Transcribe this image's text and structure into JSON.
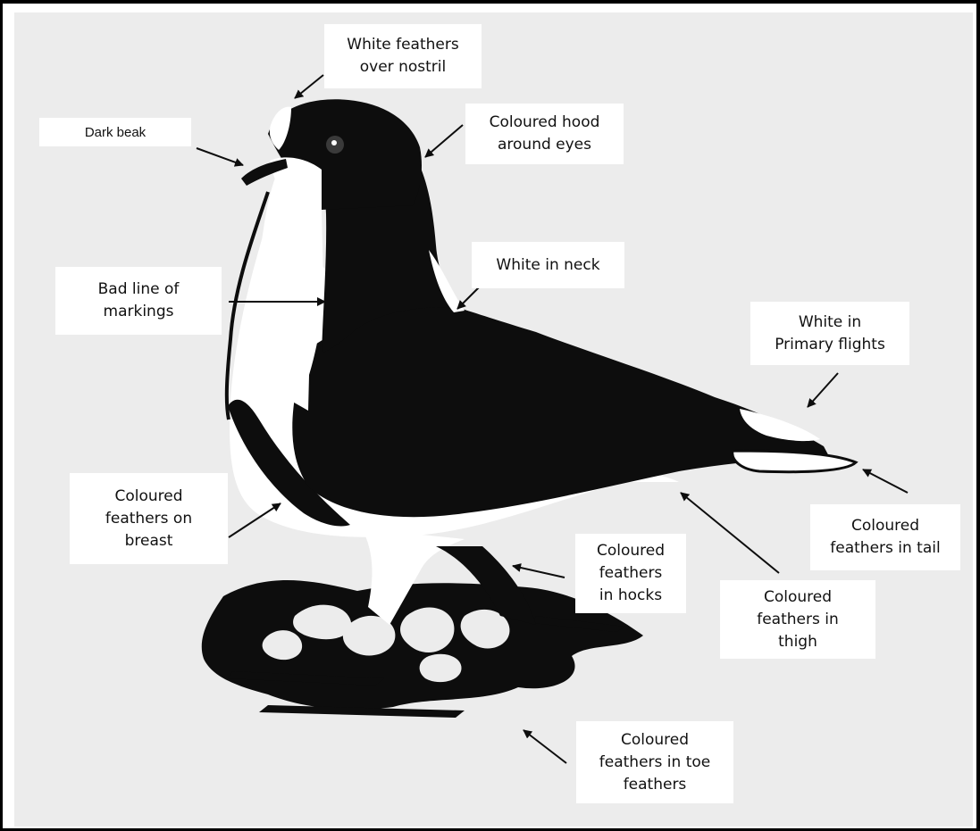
{
  "labels": {
    "nostril": "White feathers\nover nostril",
    "beak": "Dark beak",
    "hood": "Coloured hood\naround eyes",
    "neck": "White in neck",
    "markings": "Bad line of\nmarkings",
    "primary": "White in\nPrimary flights",
    "breast": "Coloured\nfeathers on\nbreast",
    "tail": "Coloured\nfeathers in tail",
    "hocks": "Coloured\nfeathers\nin hocks",
    "thigh": "Coloured\nfeathers in\nthigh",
    "toe": "Coloured\nfeathers in toe\nfeathers"
  },
  "colors": {
    "ink": "#0d0d0d",
    "paper": "#ececec",
    "label_bg": "#ffffff",
    "frame": "#000000"
  }
}
